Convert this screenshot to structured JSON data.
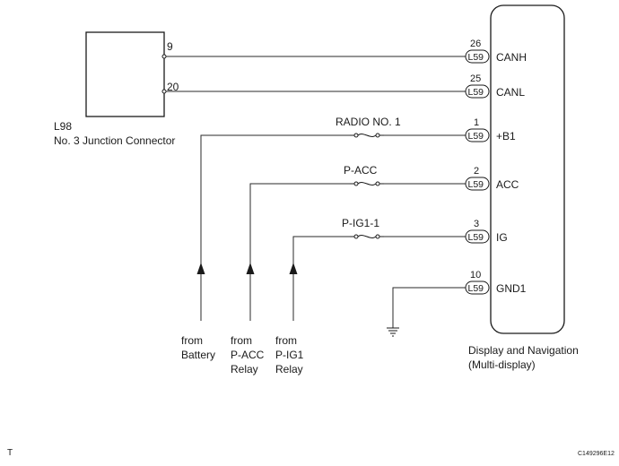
{
  "junction": {
    "code": "L98",
    "name": "No. 3 Junction Connector",
    "pins": [
      "9",
      "20"
    ]
  },
  "display": {
    "name_line1": "Display and Navigation",
    "name_line2": "(Multi-display)"
  },
  "connector_code": "L59",
  "terminals": [
    {
      "pin": "26",
      "name": "CANH"
    },
    {
      "pin": "25",
      "name": "CANL"
    },
    {
      "pin": "1",
      "name": "+B1"
    },
    {
      "pin": "2",
      "name": "ACC"
    },
    {
      "pin": "3",
      "name": "IG"
    },
    {
      "pin": "10",
      "name": "GND1"
    }
  ],
  "fuses": [
    "RADIO NO. 1",
    "P-ACC",
    "P-IG1-1"
  ],
  "sources": [
    {
      "line1": "from",
      "line2": "Battery",
      "line3": ""
    },
    {
      "line1": "from",
      "line2": "P-ACC",
      "line3": "Relay"
    },
    {
      "line1": "from",
      "line2": "P-IG1",
      "line3": "Relay"
    }
  ],
  "footer": {
    "left_mark": "T",
    "figure_code": "C149296E12"
  }
}
